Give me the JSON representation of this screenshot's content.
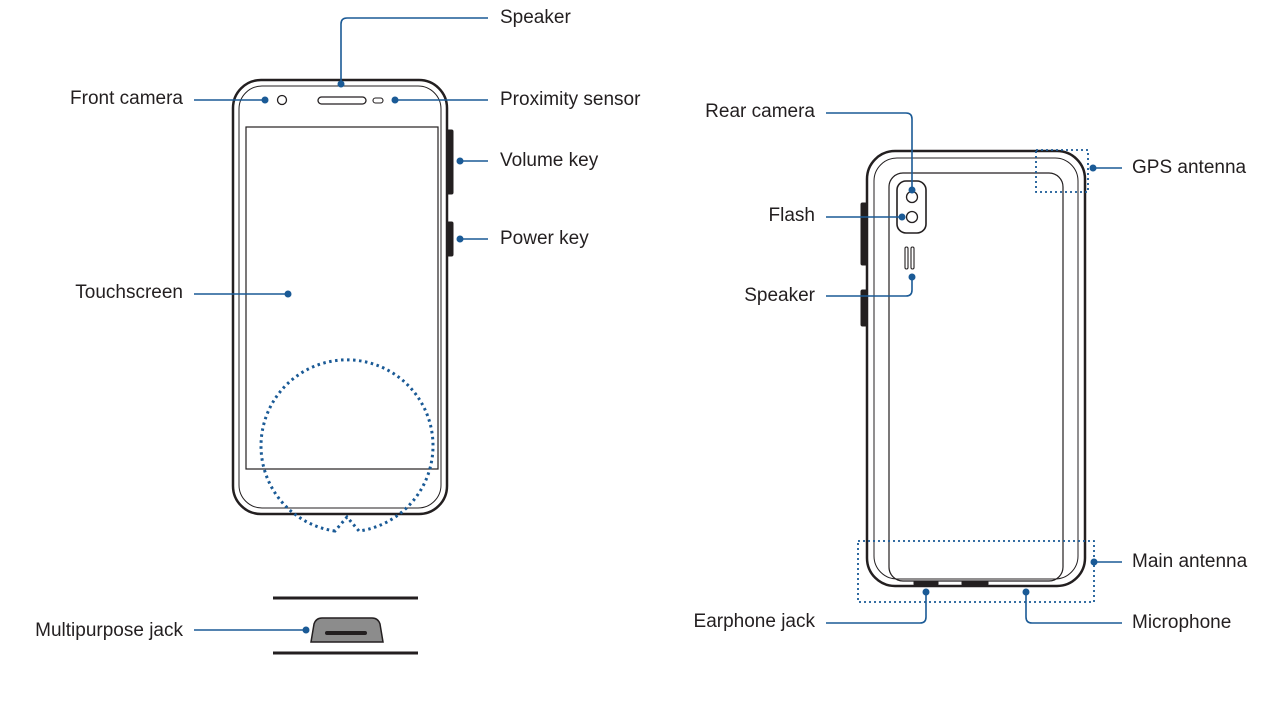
{
  "colors": {
    "callout": "#1a5a96",
    "outline": "#231f20",
    "jack_fill": "#8c8c8c"
  },
  "front_labels": {
    "speaker": "Speaker",
    "front_camera": "Front camera",
    "proximity_sensor": "Proximity sensor",
    "volume_key": "Volume key",
    "power_key": "Power key",
    "touchscreen": "Touchscreen",
    "multipurpose_jack": "Multipurpose jack"
  },
  "back_labels": {
    "rear_camera": "Rear camera",
    "gps_antenna": "GPS antenna",
    "flash": "Flash",
    "speaker": "Speaker",
    "main_antenna": "Main antenna",
    "earphone_jack": "Earphone jack",
    "microphone": "Microphone"
  }
}
